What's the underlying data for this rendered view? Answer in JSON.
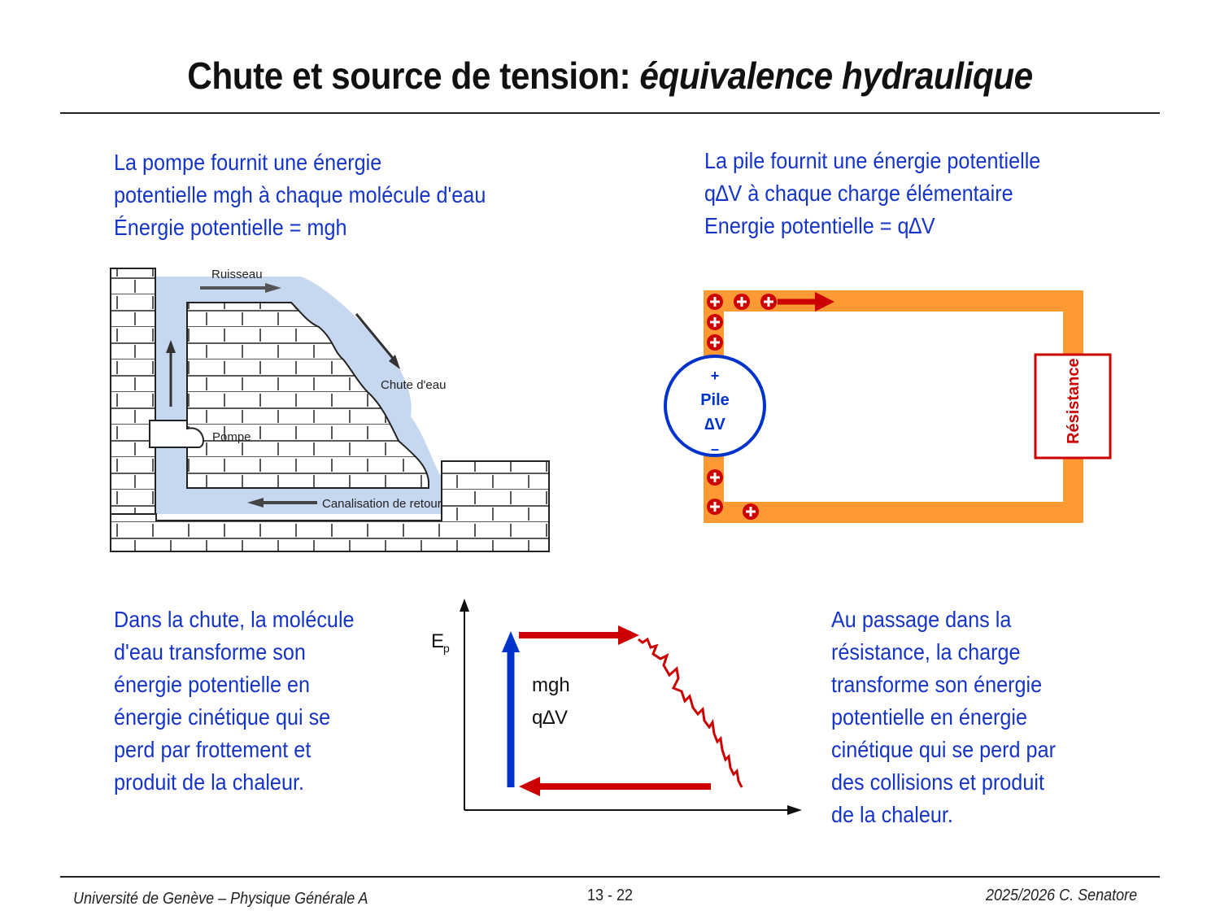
{
  "slide": {
    "title_plain": "Chute et source de tension: ",
    "title_italic": "équivalence hydraulique"
  },
  "left_top_text": [
    "La pompe fournit une énergie",
    "potentielle mgh à chaque molécule d'eau",
    "Énergie potentielle = mgh"
  ],
  "right_top_text": [
    "La pile fournit une énergie potentielle",
    "q∆V à chaque charge élémentaire",
    "Energie potentielle = q∆V"
  ],
  "hydraulic_figure": {
    "labels": {
      "stream": "Ruisseau",
      "waterfall": "Chute d'eau",
      "pump": "Pompe",
      "return_pipe": "Canalisation de retour"
    },
    "water_color": "#c6d7f0"
  },
  "circuit": {
    "battery": {
      "plus": "+",
      "label": "Pile",
      "dv": "∆V",
      "minus": "–"
    },
    "resistor_label": "Résistance",
    "charge_symbol": "+",
    "wire_color": "#ff9933",
    "charge_color": "#cc0000",
    "battery_color": "#0033cc"
  },
  "energy_diagram": {
    "y_label": "E",
    "y_label_sub": "p",
    "labels": [
      "mgh",
      "q∆V"
    ]
  },
  "left_bottom_text": [
    "Dans la chute, la molécule",
    "d'eau transforme son",
    "énergie potentielle en",
    "énergie cinétique qui se",
    "perd par frottement et",
    "produit de la chaleur."
  ],
  "right_bottom_text": [
    "Au passage dans la",
    "résistance, la charge",
    "transforme son énergie",
    "potentielle en énergie",
    "cinétique qui se perd par",
    "des collisions et produit",
    "de la chaleur."
  ],
  "footer": {
    "left": "Université de Genève – Physique Générale A",
    "center": "13 - 22",
    "right": "2025/2026  C. Senatore"
  }
}
